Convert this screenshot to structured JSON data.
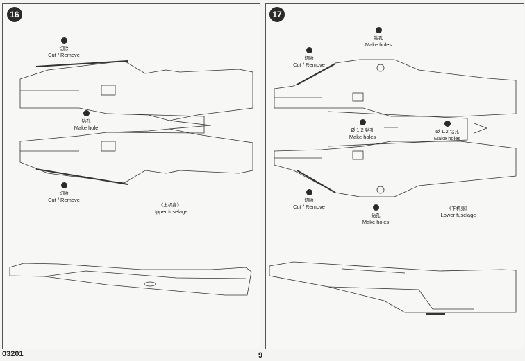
{
  "step16": {
    "number": "16",
    "cut_top": {
      "cn": "切除",
      "en": "Cut / Remove"
    },
    "make_hole": {
      "cn": "钻孔",
      "en": "Make hole"
    },
    "cut_bottom": {
      "cn": "切除",
      "en": "Cut / Remove"
    },
    "part": {
      "cn": "《上机身》",
      "en": "Upper fuselage"
    }
  },
  "step17": {
    "number": "17",
    "make_holes_top": {
      "cn": "钻孔",
      "en": "Make holes"
    },
    "cut": {
      "cn": "切除",
      "en": "Cut / Remove"
    },
    "drill_left": {
      "size": "Ø 1.2",
      "cn": "钻孔",
      "en": "Make holes"
    },
    "drill_right": {
      "size": "Ø 1.2",
      "cn": "钻孔",
      "en": "Make holes"
    },
    "cut_bottom": {
      "cn": "切除",
      "en": "Cut / Remove"
    },
    "make_holes_bottom": {
      "cn": "钻孔",
      "en": "Make holes"
    },
    "part": {
      "cn": "《下机身》",
      "en": "Lower fuselage"
    }
  },
  "footer": {
    "code": "03201",
    "page": "9"
  },
  "icons": {
    "drill": "drill-icon",
    "cut": "knife-icon"
  }
}
